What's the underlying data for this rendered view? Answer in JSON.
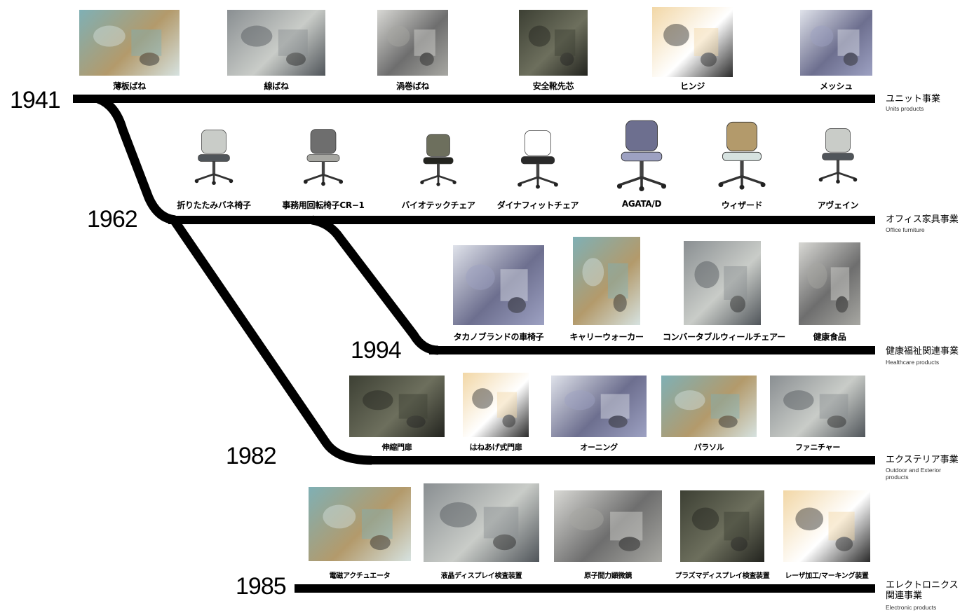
{
  "rows": [
    {
      "id": "units",
      "year": "1941",
      "title": "ユニット事業",
      "subtitle": "Units products",
      "products": [
        {
          "name": "薄板ばね",
          "icon": "thin-plate-spring-photo"
        },
        {
          "name": "線ばね",
          "icon": "wire-spring-photo"
        },
        {
          "name": "渦巻ばね",
          "icon": "spiral-spring-photo"
        },
        {
          "name": "安全靴先芯",
          "icon": "safety-shoe-toe-cap-photo"
        },
        {
          "name": "ヒンジ",
          "icon": "hinge-photo"
        },
        {
          "name": "メッシュ",
          "icon": "mesh-photo"
        }
      ]
    },
    {
      "id": "office",
      "year": "1962",
      "title": "オフィス家具事業",
      "subtitle": "Office furniture",
      "products": [
        {
          "name": "折りたたみバネ椅子",
          "icon": "folding-chair-photo"
        },
        {
          "name": "事務用回転椅子CR−1",
          "icon": "swivel-chair-photo"
        },
        {
          "name": "バイオテックチェア",
          "icon": "biotech-chair-photo"
        },
        {
          "name": "ダイナフィットチェア",
          "icon": "dynafit-chair-photo"
        },
        {
          "name": "AGATA/D",
          "icon": "agata-chair-photo"
        },
        {
          "name": "ウィザード",
          "icon": "wizard-chair-photo"
        },
        {
          "name": "アヴェイン",
          "icon": "avein-chair-photo"
        }
      ]
    },
    {
      "id": "healthcare",
      "year": "1994",
      "title": "健康福祉関連事業",
      "subtitle": "Healthcare products",
      "products": [
        {
          "name": "タカノブランドの車椅子",
          "icon": "wheelchair-photo"
        },
        {
          "name": "キャリーウォーカー",
          "icon": "carry-walker-photo"
        },
        {
          "name": "コンバータブルウィールチェアー",
          "icon": "convertible-wheelchair-photo"
        },
        {
          "name": "健康食品",
          "icon": "health-food-photo"
        }
      ]
    },
    {
      "id": "exterior",
      "year": "1982",
      "title": "エクステリア事業",
      "subtitle": "Outdoor and Exterior products",
      "products": [
        {
          "name": "伸縮門扉",
          "icon": "telescopic-gate-photo"
        },
        {
          "name": "はねあげ式門扉",
          "icon": "flip-up-gate-photo"
        },
        {
          "name": "オーニング",
          "icon": "awning-photo"
        },
        {
          "name": "パラソル",
          "icon": "parasol-photo"
        },
        {
          "name": "ファニチャー",
          "icon": "furniture-photo"
        }
      ]
    },
    {
      "id": "electronics",
      "year": "1985",
      "title": "エレクトロニクス 関連事業",
      "subtitle": "Electronic products",
      "products": [
        {
          "name": "電磁アクチュエータ",
          "icon": "electromagnetic-actuator-photo"
        },
        {
          "name": "液晶ディスプレイ検査装置",
          "icon": "lcd-inspection-equipment-photo"
        },
        {
          "name": "原子間力顕微鏡",
          "icon": "atomic-force-microscope-photo"
        },
        {
          "name": "プラズマディスプレイ検査装置",
          "icon": "plasma-display-inspection-photo"
        },
        {
          "name": "レーザ加工/マーキング装置",
          "icon": "laser-marking-machine-photo"
        }
      ]
    }
  ],
  "colors": {
    "line": "#000000",
    "background": "#ffffff"
  }
}
